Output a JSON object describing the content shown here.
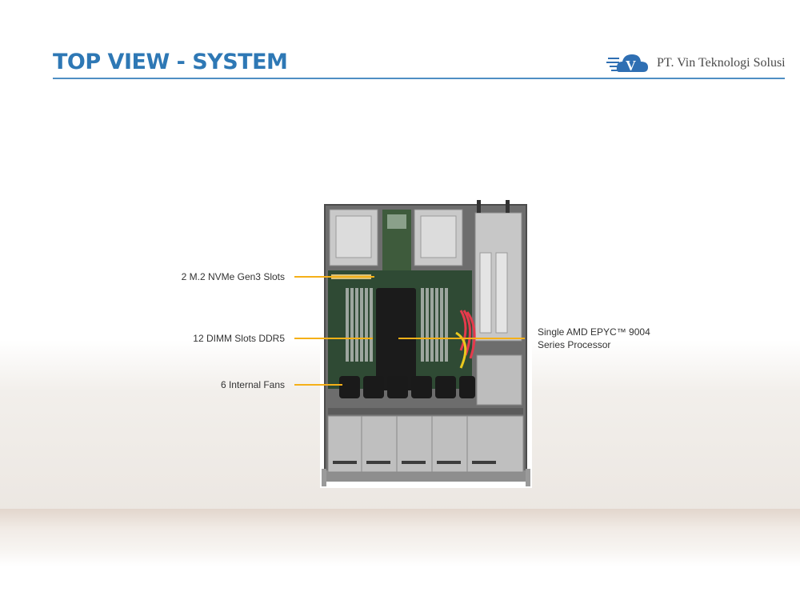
{
  "header": {
    "title": "TOP VIEW - SYSTEM",
    "logo_letter": "V",
    "logo_text": "PT. Vin Teknologi Solusi"
  },
  "callouts": {
    "m2": "2 M.2 NVMe Gen3  Slots",
    "dimm": "12 DIMM  Slots DDR5",
    "fans": "6 Internal  Fans",
    "cpu_line1": "Single AMD EPYC™  9004",
    "cpu_line2": "Series Processor"
  },
  "colors": {
    "title": "#2e78b5",
    "leader": "#f5b018",
    "logo_blue": "#2f6fb3"
  }
}
